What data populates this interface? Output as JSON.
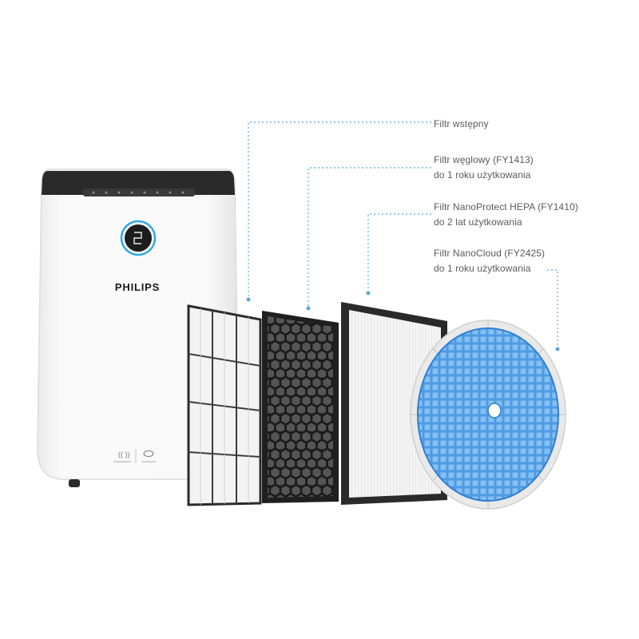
{
  "brand": {
    "logo_text": "PHILIPS"
  },
  "colors": {
    "background": "#ffffff",
    "purifier_body": "#f7f7f7",
    "leader_line": "#5aa6d6",
    "text": "#5a5a5a",
    "hepa_frame": "#2a2a2a",
    "carbon_frame": "#1f1f1f",
    "nanocloud_blue": "#3f8fe0",
    "nanocloud_rim": "#e6e6e6"
  },
  "filters": [
    {
      "id": "pre-filter",
      "lines": [
        "Filtr wstępny"
      ]
    },
    {
      "id": "carbon-filter",
      "lines": [
        "Filtr węglowy (FY1413)",
        "do 1 roku użytkowania"
      ]
    },
    {
      "id": "hepa-filter",
      "lines": [
        "Filtr NanoProtect HEPA (FY1410)",
        "do 2 lat użytkowania"
      ]
    },
    {
      "id": "nanocloud-filter",
      "lines": [
        "Filtr NanoCloud (FY2425)",
        "do 1 roku użytkowania"
      ]
    }
  ],
  "icons": [
    "purifier-device",
    "display-ring-icon",
    "pre-filter-grid",
    "carbon-honeycomb",
    "hepa-pleats",
    "nanocloud-disc"
  ]
}
